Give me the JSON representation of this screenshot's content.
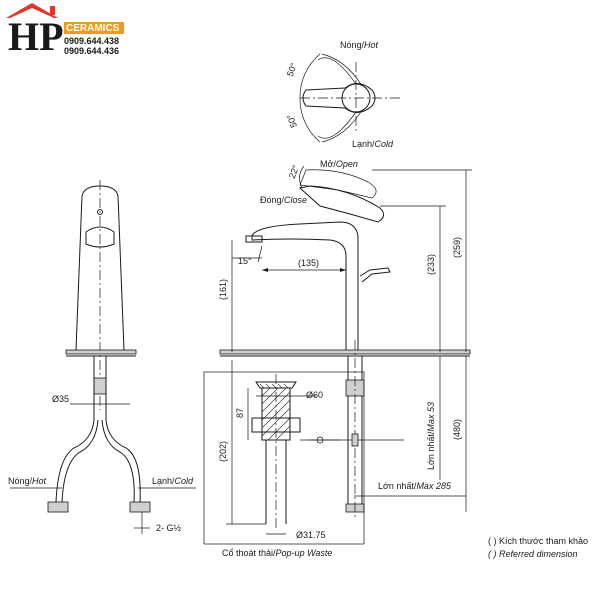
{
  "logo": {
    "initials": "HP",
    "brand": "CERAMICS",
    "phone1": "0909.644.438",
    "phone2": "0909.644.436",
    "colors": {
      "orange": "#f29a1f",
      "red": "#e4352b",
      "brand_bg": "#f29a1f"
    }
  },
  "top_view": {
    "hot_label": "Nóng/",
    "hot_label_en": "Hot",
    "cold_label": "Lạnh/",
    "cold_label_en": "Cold",
    "angle_hot": "50°",
    "angle_cold": "50°"
  },
  "side_view": {
    "open_label": "Mở/",
    "open_label_en": "Open",
    "close_label": "Đóng/",
    "close_label_en": "Close",
    "angle_open": "22°",
    "angle_spout": "15°",
    "dim_spout": "(135)",
    "dim_height_spout": "(161)",
    "dim_height_total": "(233)",
    "dim_height_max": "(259)",
    "dim_depth": "(480)",
    "max_thickness_label": "Lớn nhất/",
    "max_thickness_label_en": "Max 53",
    "max_reach_label": "Lớn nhất/",
    "max_reach_label_en": "Max 285"
  },
  "waste": {
    "dim_diameter_top": "Ø60",
    "dim_87": "87",
    "dim_202": "(202)",
    "dim_diameter_bottom": "Ø31.75",
    "caption": "Cổ thoát thải/",
    "caption_en": "Pop-up Waste"
  },
  "front_view": {
    "dim_diameter": "Ø35",
    "hot_label": "Nóng/",
    "hot_label_en": "Hot",
    "cold_label": "Lạnh/",
    "cold_label_en": "Cold",
    "thread": "2- G½"
  },
  "notes": {
    "note1": "( ) Kích thước tham khảo",
    "note2": "( ) Referred dimension"
  }
}
